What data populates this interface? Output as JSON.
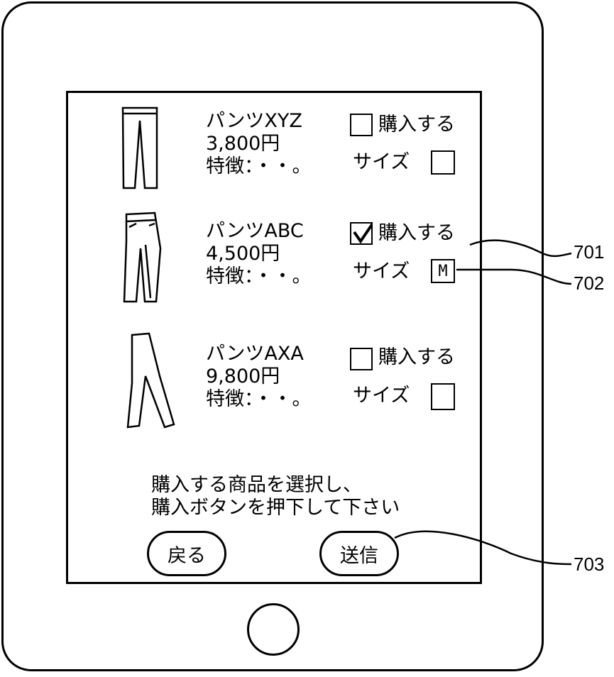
{
  "products": [
    {
      "name": "パンツXYZ",
      "price": "3,800円",
      "feature": "特徴：・・。",
      "buy_label": "購入する",
      "buy_checked": false,
      "size_label": "サイズ",
      "size_value": ""
    },
    {
      "name": "パンツABC",
      "price": "4,500円",
      "feature": "特徴：・・。",
      "buy_label": "購入する",
      "buy_checked": true,
      "size_label": "サイズ",
      "size_value": "M"
    },
    {
      "name": "パンツAXA",
      "price": "9,800円",
      "feature": "特徴：・・。",
      "buy_label": "購入する",
      "buy_checked": false,
      "size_label": "サイズ",
      "size_value": ""
    }
  ],
  "instruction": {
    "line1": "購入する商品を選択し、",
    "line2": "購入ボタンを押下して下さい"
  },
  "buttons": {
    "back": "戻る",
    "send": "送信"
  },
  "refs": {
    "r701": "701",
    "r702": "702",
    "r703": "703"
  }
}
